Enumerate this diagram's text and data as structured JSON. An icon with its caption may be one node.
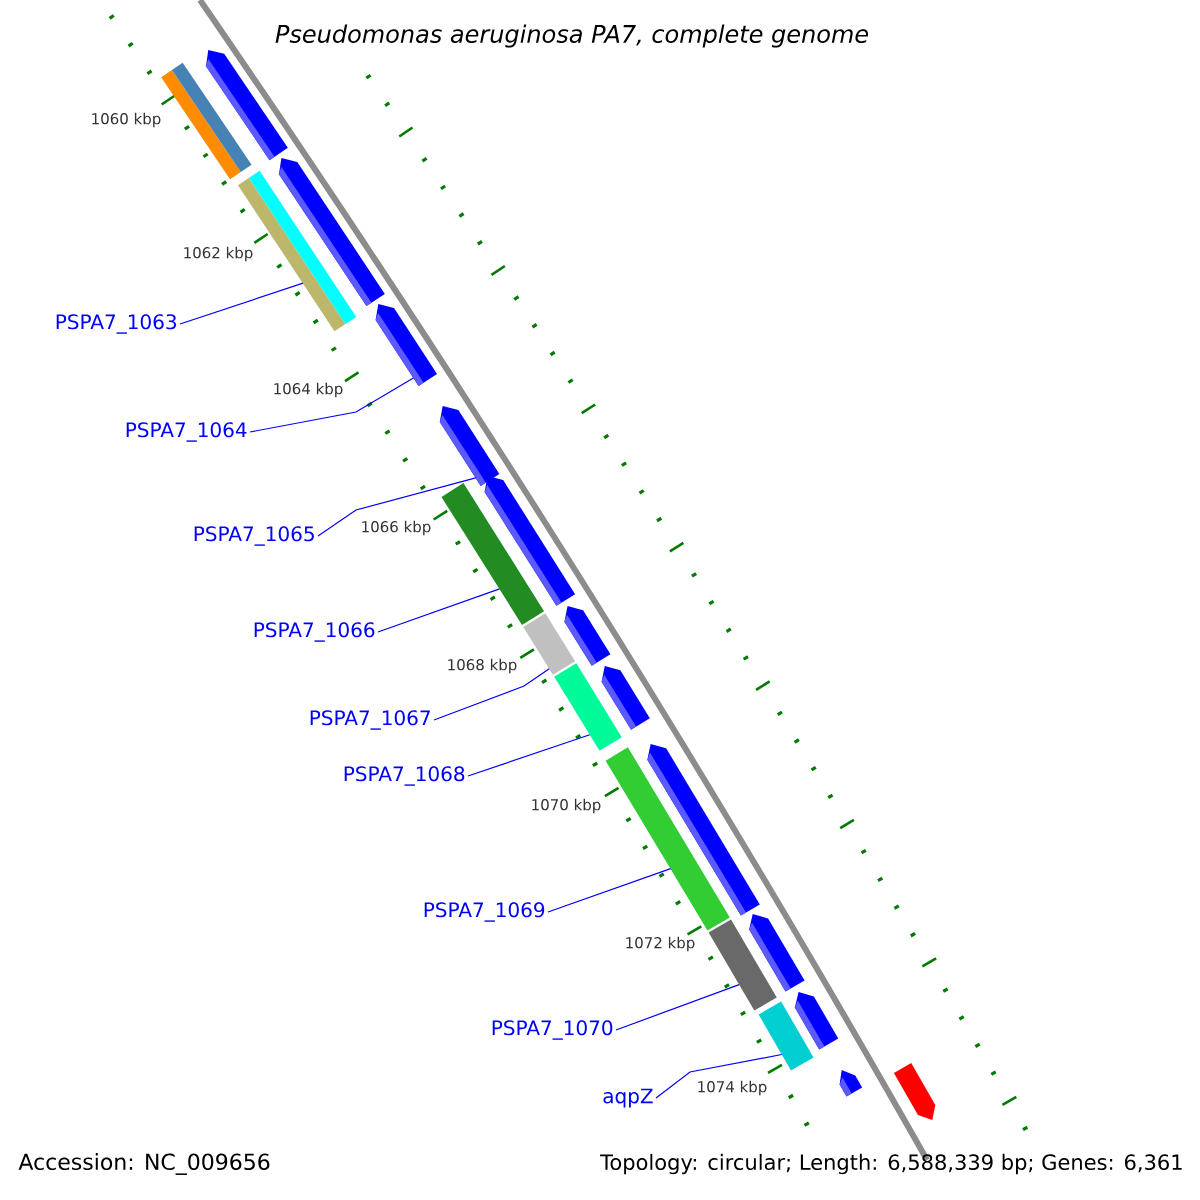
{
  "diagram": {
    "title": "Pseudomonas aeruginosa PA7, complete genome",
    "nodes": [
      {
        "text": [
          "PSPA7_1063"
        ]
      },
      {
        "text": [
          "PSPA7_1064"
        ]
      },
      {
        "text": [
          "PSPA7_1065"
        ]
      },
      {
        "text": [
          "PSPA7_1066"
        ]
      },
      {
        "text": [
          "PSPA7_1067"
        ]
      },
      {
        "text": [
          "PSPA7_1068"
        ]
      },
      {
        "text": [
          "PSPA7_1069"
        ]
      },
      {
        "text": [
          "PSPA7_1070"
        ]
      },
      {
        "text": [
          "aqpZ"
        ]
      },
      {
        "text": [],
        "shape": "pentagon"
      },
      {
        "text": [],
        "shape": "bar"
      },
      {
        "text": [],
        "shape": "pentagon"
      },
      {
        "text": [],
        "shape": "bar"
      },
      {
        "text": [],
        "shape": "pentagon"
      },
      {
        "text": [],
        "shape": "pentagon"
      },
      {
        "text": [],
        "shape": "pentagon"
      },
      {
        "text": [],
        "shape": "bar"
      },
      {
        "text": [],
        "shape": "pentagon"
      },
      {
        "text": [],
        "shape": "bar"
      },
      {
        "text": [],
        "shape": "pentagon"
      },
      {
        "text": [],
        "shape": "bar"
      },
      {
        "text": [],
        "shape": "pentagon"
      },
      {
        "text": [],
        "shape": "bar"
      },
      {
        "text": [],
        "shape": "pentagon"
      },
      {
        "text": [],
        "shape": "bar"
      },
      {
        "text": [],
        "shape": "pentagon"
      },
      {
        "text": [],
        "shape": "bar"
      },
      {
        "text": [],
        "shape": "pentagon"
      },
      {
        "text": [],
        "shape": "pentagon"
      }
    ],
    "edges": [
      {
        "from": 0,
        "to": 12,
        "arrow": "none"
      },
      {
        "from": 1,
        "to": 13,
        "arrow": "none"
      },
      {
        "from": 2,
        "to": 14,
        "arrow": "none"
      },
      {
        "from": 3,
        "to": 16,
        "arrow": "none"
      },
      {
        "from": 4,
        "to": 18,
        "arrow": "none"
      },
      {
        "from": 5,
        "to": 20,
        "arrow": "none"
      },
      {
        "from": 6,
        "to": 22,
        "arrow": "none"
      },
      {
        "from": 7,
        "to": 24,
        "arrow": "none"
      },
      {
        "from": 8,
        "to": 26,
        "arrow": "none"
      }
    ],
    "labels": [
      "1060 kbp",
      "1062 kbp",
      "1064 kbp",
      "1066 kbp",
      "1068 kbp",
      "1070 kbp",
      "1072 kbp",
      "1074 kbp",
      "Accession: NC_009656",
      "Topology: circular; Length: 6,588,339 bp; Genes: 6,361"
    ]
  }
}
